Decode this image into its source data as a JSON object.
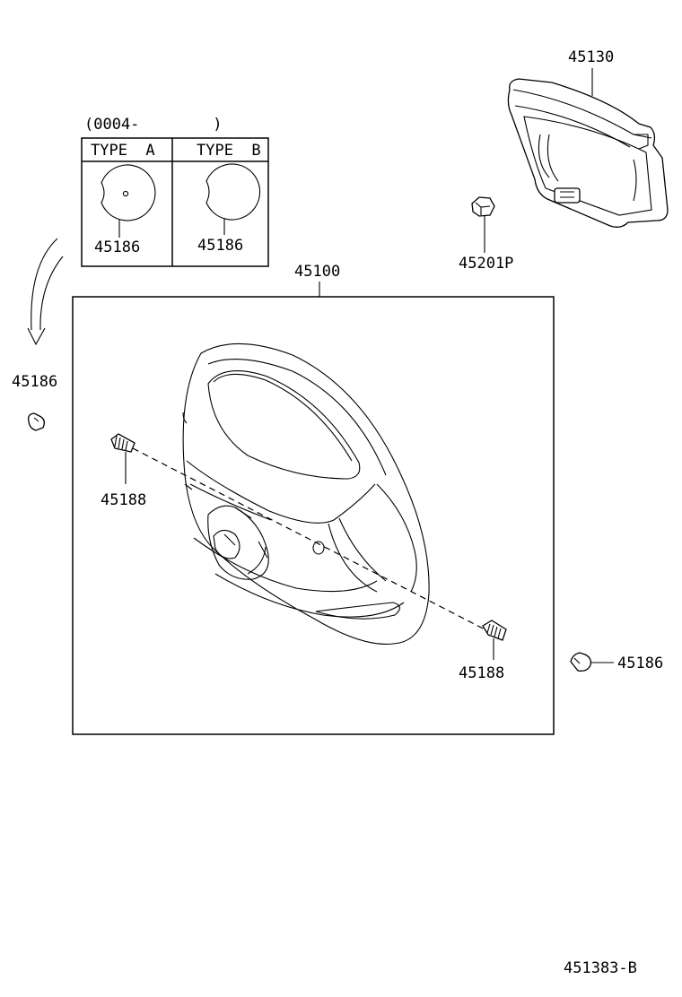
{
  "inset": {
    "date_range": "(0004-        )",
    "type_a_label": "TYPE  A",
    "type_b_label": "TYPE  B",
    "type_a_part": "45186",
    "type_b_part": "45186"
  },
  "parts": {
    "pad": "45130",
    "nut": "45201P",
    "wheel": "45100",
    "clip_left": "45186",
    "clip_right": "45186",
    "bolt_left": "45188",
    "bolt_right": "45188"
  },
  "figure_code": "451383-B"
}
